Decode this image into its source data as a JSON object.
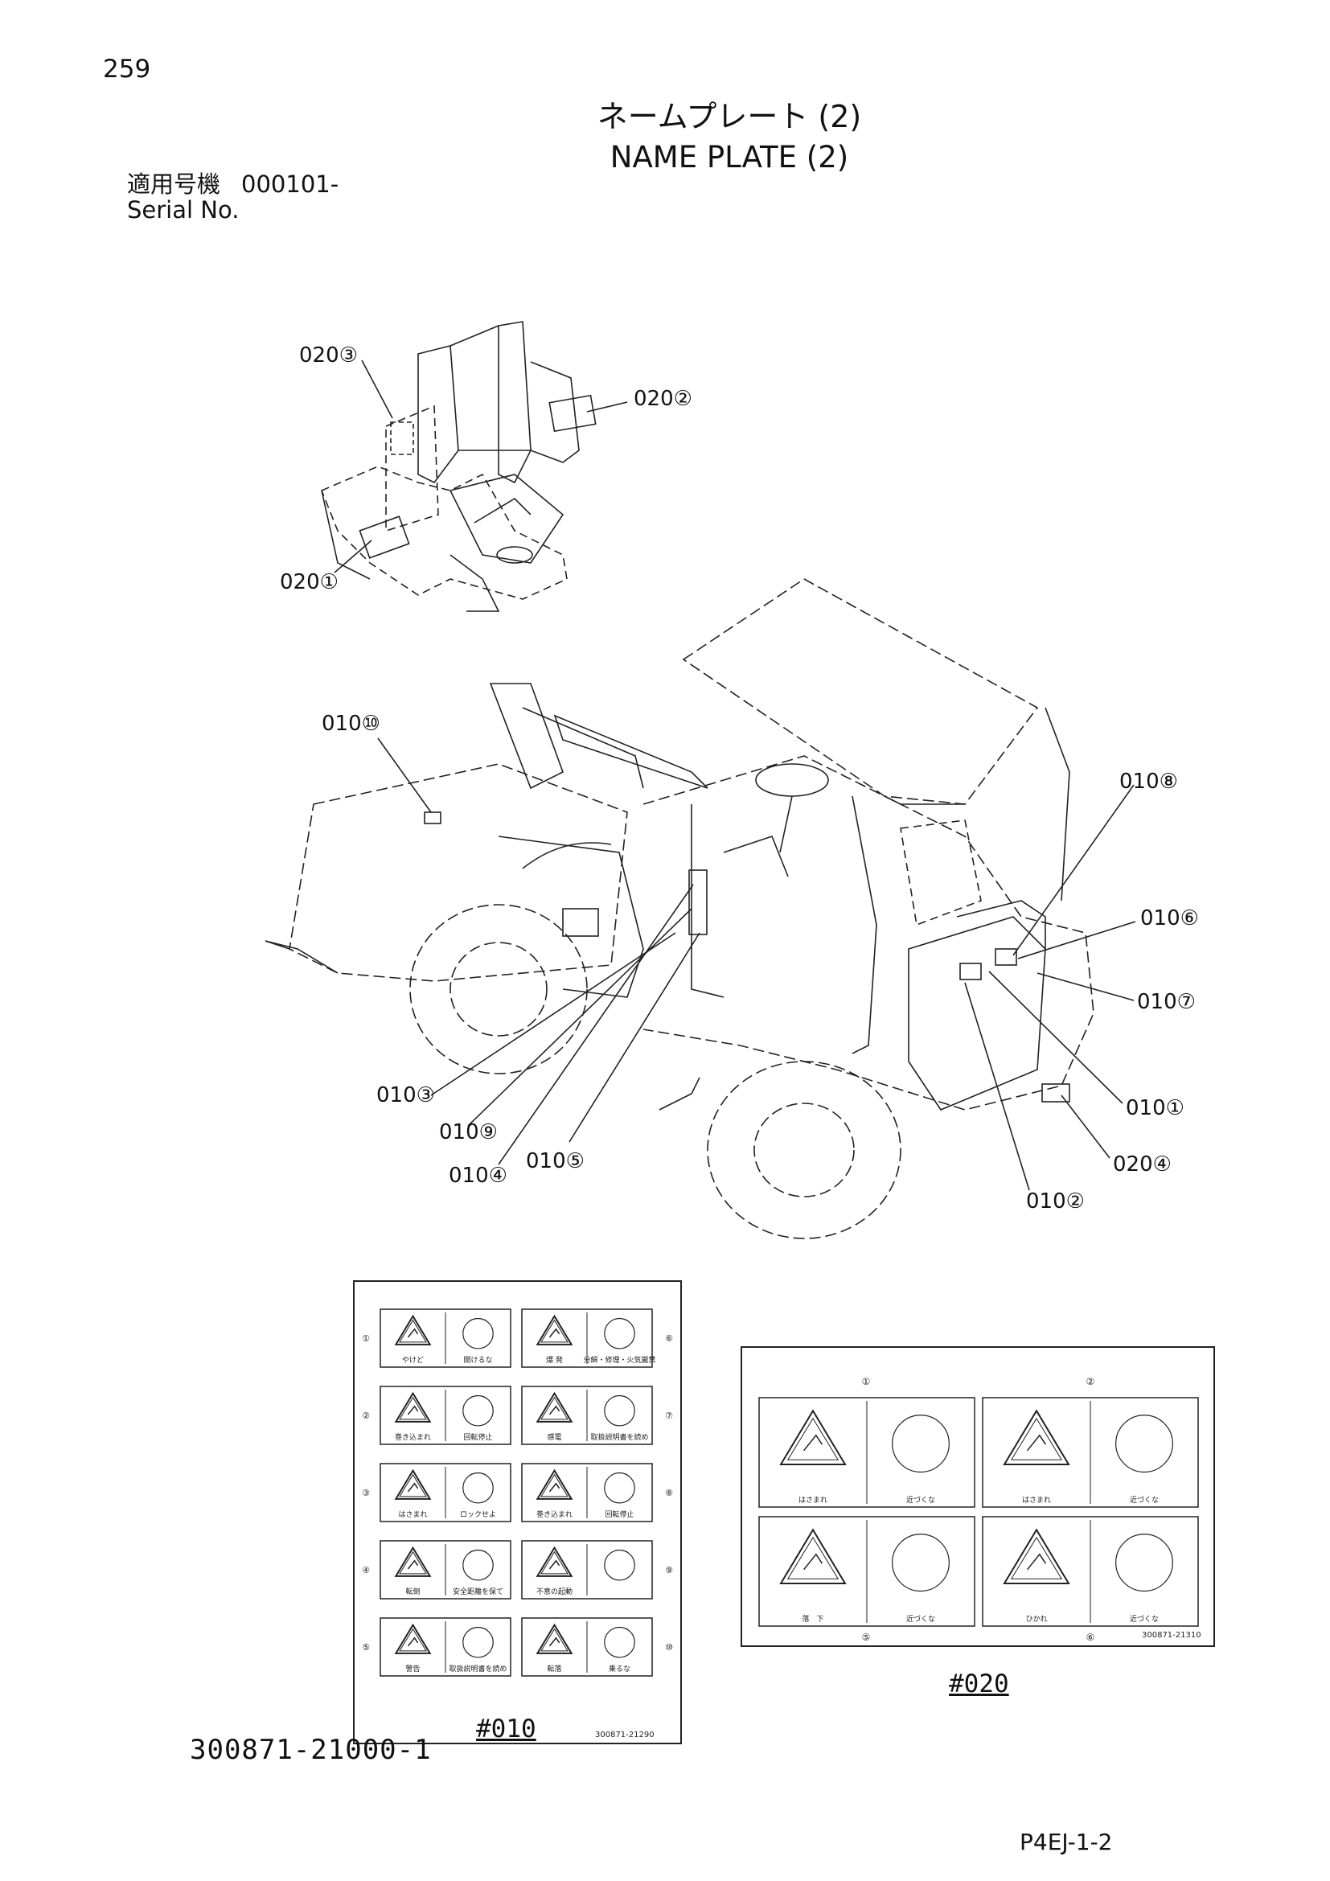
{
  "page_number": "259",
  "title_jp": "ネームプレート (2)",
  "title_en": "NAME PLATE (2)",
  "serial": {
    "label_jp": "適用号機",
    "number": "000101-",
    "label_en": "Serial No."
  },
  "callouts": {
    "c020_3": "020③",
    "c020_2": "020②",
    "c020_1": "020①",
    "c010_10": "010⑩",
    "c010_8": "010⑧",
    "c010_6": "010⑥",
    "c010_7": "010⑦",
    "c010_1": "010①",
    "c020_4": "020④",
    "c010_2": "010②",
    "c010_3": "010③",
    "c010_9": "010⑨",
    "c010_4": "010④",
    "c010_5": "010⑤"
  },
  "sheet_010": {
    "label": "#010",
    "code": "300871-21290",
    "left_numbers": [
      "①",
      "②",
      "③",
      "④",
      "⑤"
    ],
    "right_numbers": [
      "⑥",
      "⑦",
      "⑧",
      "⑨",
      "⑩"
    ],
    "left_decals": [
      {
        "caption_a": "やけど",
        "caption_b": "開けるな"
      },
      {
        "caption_a": "巻き込まれ",
        "caption_b": "回転停止"
      },
      {
        "caption_a": "はさまれ",
        "caption_b": "ロックせよ"
      },
      {
        "caption_a": "転倒",
        "caption_b": "安全距離を保て"
      },
      {
        "caption_a": "警告",
        "caption_b": "取扱説明書を読め"
      }
    ],
    "right_decals": [
      {
        "caption_a": "爆 発",
        "caption_b": "分解・修理・火気厳禁"
      },
      {
        "caption_a": "感電",
        "caption_b": "取扱説明書を読め"
      },
      {
        "caption_a": "巻き込まれ",
        "caption_b": "回転停止"
      },
      {
        "caption_a": "不意の起動",
        "caption_b": ""
      },
      {
        "caption_a": "転落",
        "caption_b": "乗るな"
      }
    ]
  },
  "sheet_020": {
    "label": "#020",
    "code": "300871-21310",
    "top_numbers": [
      "①",
      "②"
    ],
    "bottom_numbers": [
      "⑤",
      "⑥"
    ],
    "decals": [
      {
        "caption_a": "はさまれ",
        "caption_b": "近づくな"
      },
      {
        "caption_a": "はさまれ",
        "caption_b": "近づくな"
      },
      {
        "caption_a": "落　下",
        "caption_b": "近づくな"
      },
      {
        "caption_a": "ひかれ",
        "caption_b": "近づくな"
      }
    ]
  },
  "document_number": "300871-21000-1",
  "page_code": "P4EJ-1-2"
}
